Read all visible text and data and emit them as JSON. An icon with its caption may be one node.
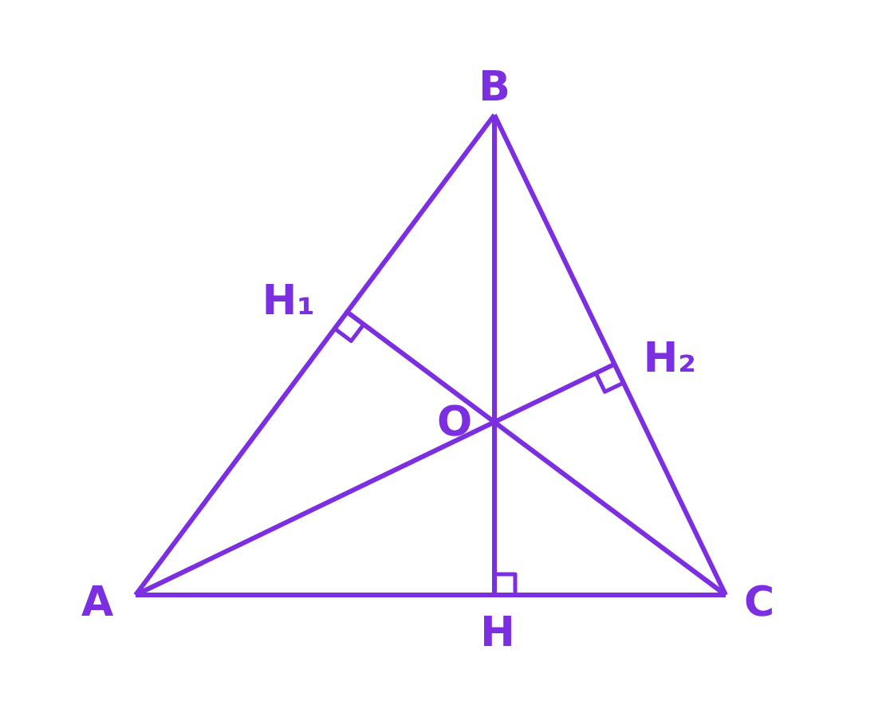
{
  "diagram": {
    "labels": [
      "B",
      "H₁",
      "H₂",
      "O",
      "A",
      "C",
      "H"
    ]
  }
}
